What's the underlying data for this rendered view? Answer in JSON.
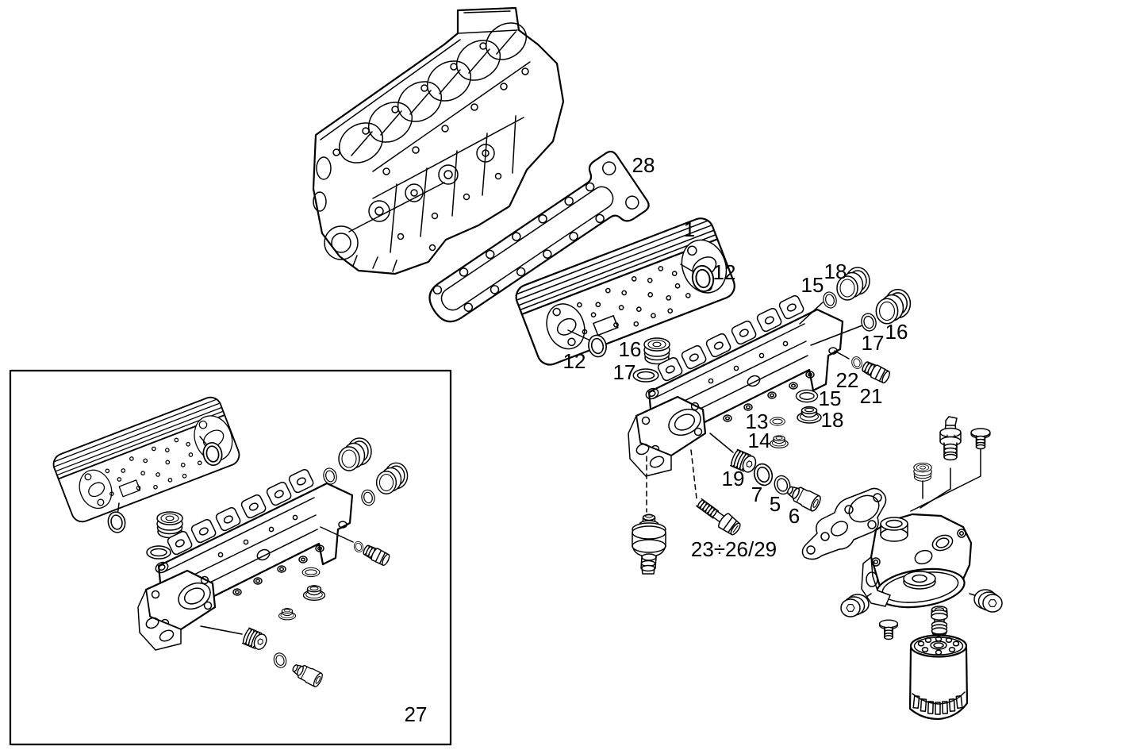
{
  "figure": {
    "type": "exploded-parts-diagram",
    "background_color": "#ffffff",
    "line_color": "#000000",
    "callouts": {
      "c28": "28",
      "c1": "1",
      "c12_right": "12",
      "c12_left": "12",
      "c16_left": "16",
      "c17_left": "17",
      "c15_top": "15",
      "c18_top": "18",
      "c16_right": "16",
      "c17_right": "17",
      "c22": "22",
      "c21": "21",
      "c15_mid": "15",
      "c13": "13",
      "c18_mid": "18",
      "c14": "14",
      "c19": "19",
      "c7": "7",
      "c5": "5",
      "c6": "6",
      "c23_26_29": "23÷26/29",
      "c27": "27"
    }
  }
}
